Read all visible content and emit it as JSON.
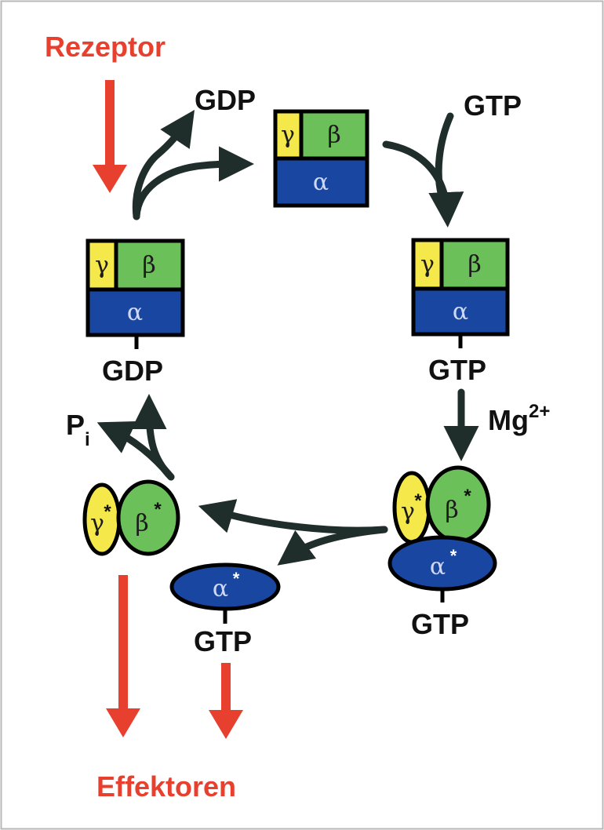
{
  "labels": {
    "rezeptor": "Rezeptor",
    "effektoren": "Effektoren",
    "gdp_released": "GDP",
    "gtp_incoming": "GTP",
    "gdp_bound": "GDP",
    "gtp_bound": "GTP",
    "mg": "Mg",
    "mg_charge": "2+",
    "gtp_active": "GTP",
    "gtp_alpha": "GTP",
    "pi": "P",
    "pi_sub": "i"
  },
  "subunits": {
    "gamma": "γ",
    "beta": "β",
    "alpha": "α",
    "star": "*"
  },
  "colors": {
    "red": "#e8402f",
    "yellow": "#f5e84a",
    "green": "#6cc05a",
    "blue": "#1846a0",
    "dark_arrow": "#1f2e2b",
    "outline": "#000000"
  }
}
